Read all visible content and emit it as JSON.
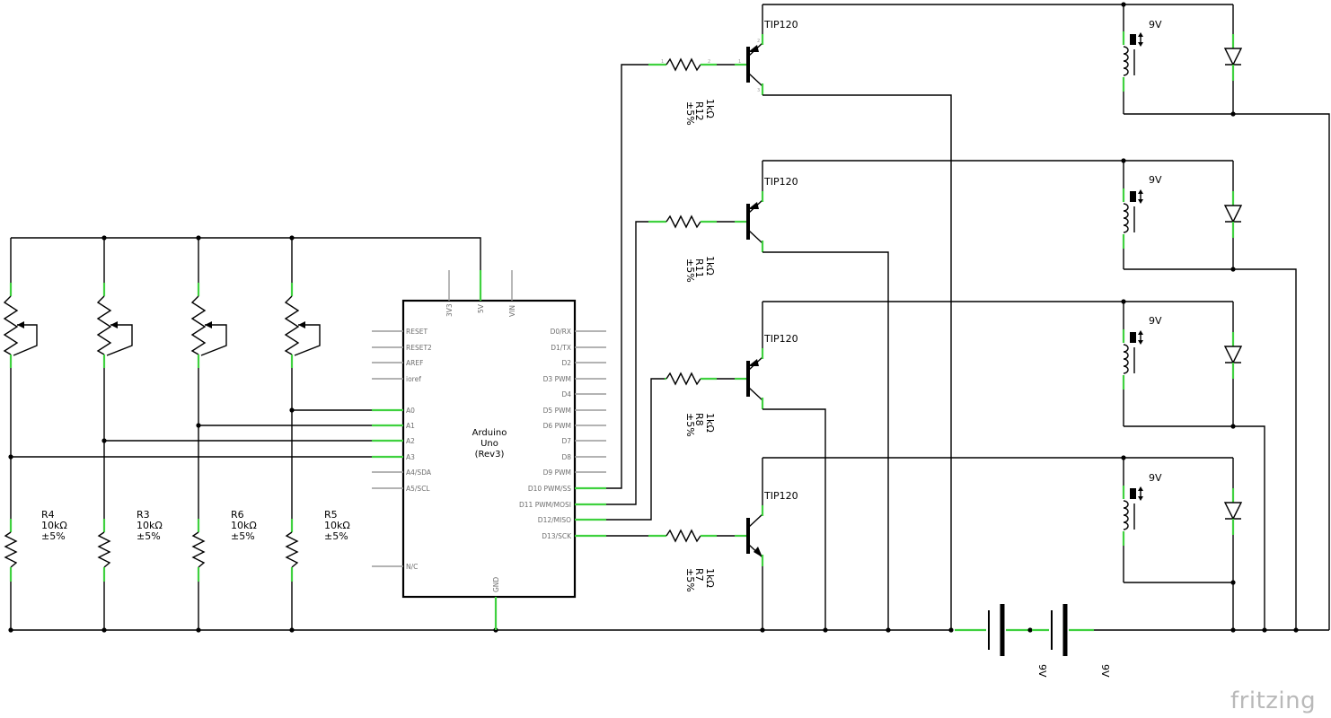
{
  "arduino": {
    "name_line1": "Arduino",
    "name_line2": "Uno",
    "name_line3": "(Rev3)",
    "top_pins": [
      "3V3",
      "5V",
      "VIN"
    ],
    "left_pins": [
      "RESET",
      "RESET2",
      "AREF",
      "ioref",
      "A0",
      "A1",
      "A2",
      "A3",
      "A4/SDA",
      "A5/SCL",
      "N/C"
    ],
    "right_pins": [
      "D0/RX",
      "D1/TX",
      "D2",
      "D3 PWM",
      "D4",
      "D5 PWM",
      "D6 PWM",
      "D7",
      "D8",
      "D9 PWM",
      "D10 PWM/SS",
      "D11 PWM/MOSI",
      "D12/MISO",
      "D13/SCK"
    ],
    "bottom_pin": "GND"
  },
  "pot_resistors": [
    {
      "ref": "R4",
      "value": "10kΩ",
      "tol": "±5%"
    },
    {
      "ref": "R3",
      "value": "10kΩ",
      "tol": "±5%"
    },
    {
      "ref": "R6",
      "value": "10kΩ",
      "tol": "±5%"
    },
    {
      "ref": "R5",
      "value": "10kΩ",
      "tol": "±5%"
    }
  ],
  "base_resistors": [
    {
      "ref": "R12",
      "value": "1kΩ",
      "tol": "±5%"
    },
    {
      "ref": "R11",
      "value": "1kΩ",
      "tol": "±5%"
    },
    {
      "ref": "R8",
      "value": "1kΩ",
      "tol": "±5%"
    },
    {
      "ref": "R7",
      "value": "1kΩ",
      "tol": "±5%"
    }
  ],
  "transistors": [
    "TIP120",
    "TIP120",
    "TIP120",
    "TIP120"
  ],
  "valves": [
    "9V",
    "9V",
    "9V",
    "9V"
  ],
  "batteries": [
    "9V",
    "9V"
  ],
  "pin_numbers": {
    "one": "1",
    "two": "2",
    "three": "3"
  },
  "logo": "fritzing"
}
